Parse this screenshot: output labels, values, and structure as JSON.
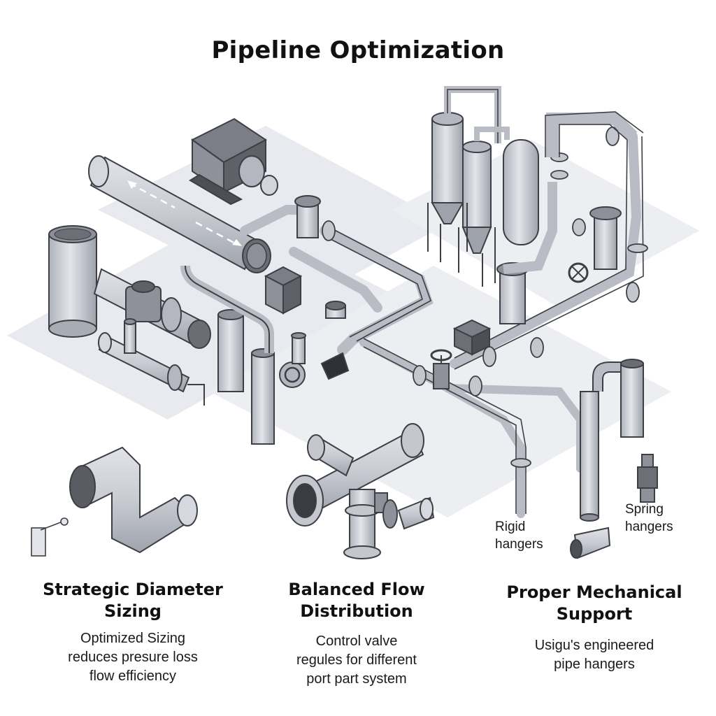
{
  "title": "Pipeline Optimization",
  "callouts": {
    "rigid": [
      "Rigid",
      "hangers"
    ],
    "spring": [
      "Spring",
      "hangers"
    ]
  },
  "sections": [
    {
      "heading": [
        "Strategic Diameter",
        "Sizing"
      ],
      "body": [
        "Optimized Sizing",
        "reduces presure loss",
        "flow efficiency"
      ]
    },
    {
      "heading": [
        "Balanced Flow",
        "Distribution"
      ],
      "body": [
        "Control valve",
        "regules for different",
        "port part system"
      ]
    },
    {
      "heading": [
        "Proper Mechanical",
        "Support"
      ],
      "body": [
        "Usigu's engineered",
        "pipe hangers"
      ]
    }
  ],
  "colors": {
    "floor": "#e8eaef",
    "pipe_fill": "#c9ccd4",
    "pipe_stroke": "#3d3f45",
    "dark_fill": "#5f6168",
    "text": "#111111"
  }
}
